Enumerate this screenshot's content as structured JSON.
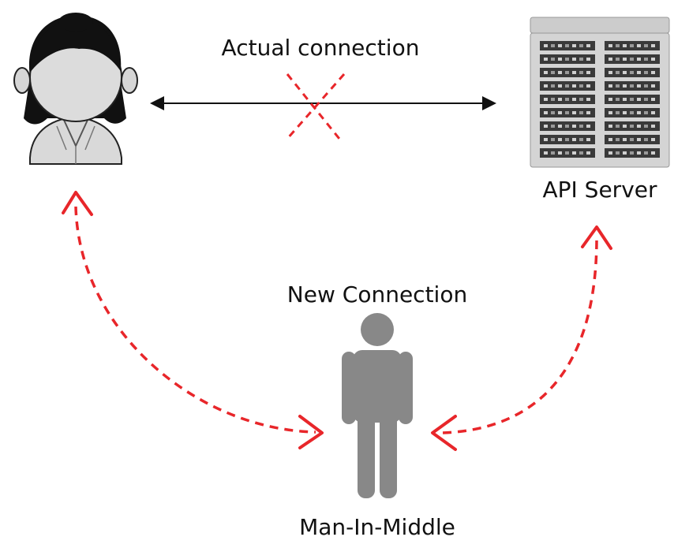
{
  "labels": {
    "actual_connection": "Actual connection",
    "api_server": "API Server",
    "new_connection": "New Connection",
    "man_in_middle": "Man-In-Middle"
  },
  "icons": {
    "user": "user-icon",
    "server": "server-rack-icon",
    "attacker": "person-icon",
    "blocked": "cross-mark-icon"
  },
  "colors": {
    "attack_path": "#e8262a",
    "direct_link": "#111111",
    "attacker_fill": "#888888"
  }
}
